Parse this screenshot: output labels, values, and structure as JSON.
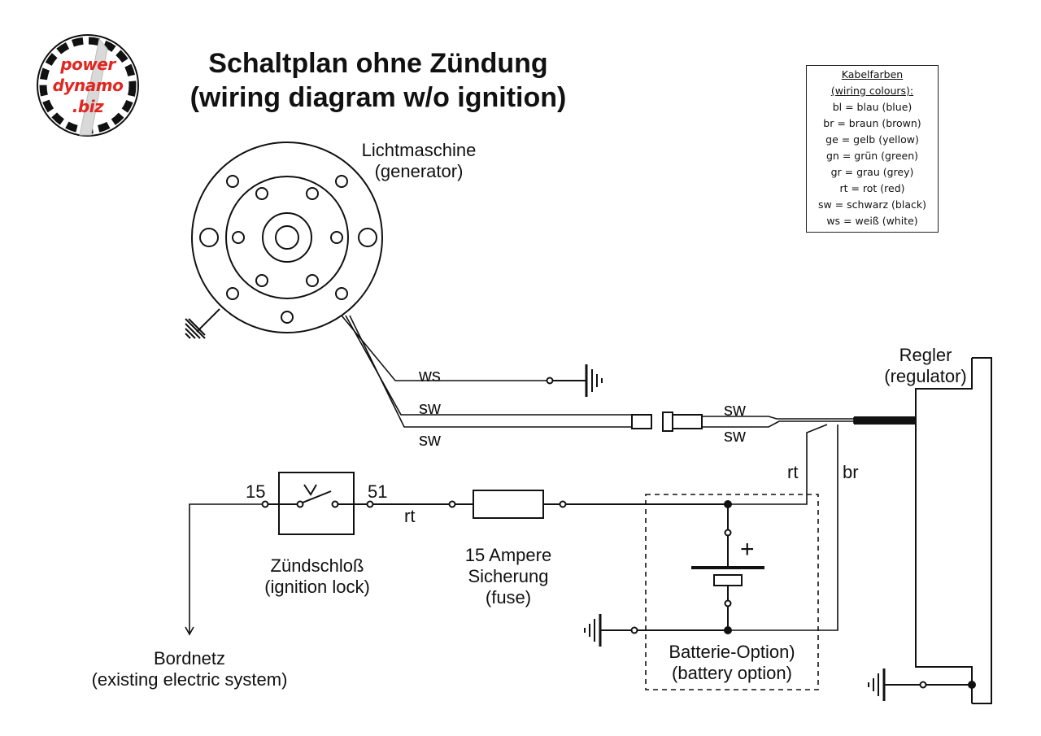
{
  "title": {
    "line1": "Schaltplan ohne Zündung",
    "line2": "(wiring diagram w/o ignition)"
  },
  "logo": {
    "line1": "power",
    "line2": "dynamo",
    "line3": ".biz",
    "text_color": "#e0261f"
  },
  "legend": {
    "heading1": "Kabelfarben",
    "heading2": "(wiring colours):",
    "entries": [
      "bl = blau (blue)",
      "br = braun (brown)",
      "ge = gelb (yellow)",
      "gn = grün (green)",
      "gr = grau (grey)",
      "rt = rot (red)",
      "sw = schwarz (black)",
      "ws = weiß (white)"
    ]
  },
  "generator": {
    "label_de": "Lichtmaschine",
    "label_en": "(generator)"
  },
  "regulator": {
    "label_de": "Regler",
    "label_en": "(regulator)"
  },
  "wires": {
    "ws": "ws",
    "sw_gen_1": "sw",
    "sw_gen_2": "sw",
    "sw_reg_1": "sw",
    "sw_reg_2": "sw",
    "rt_switch": "rt",
    "rt_reg": "rt",
    "br_reg": "br"
  },
  "ignition_lock": {
    "terminal_in": "15",
    "terminal_out": "51",
    "label_de": "Zündschloß",
    "label_en": "(ignition lock)"
  },
  "fuse": {
    "line1": "15 Ampere",
    "line2": "Sicherung",
    "line3": "(fuse)"
  },
  "battery": {
    "plus": "+",
    "label_de": "Batterie-Option)",
    "label_en": "(battery option)"
  },
  "bordnetz": {
    "label_de": "Bordnetz",
    "label_en": "(existing electric system)"
  }
}
